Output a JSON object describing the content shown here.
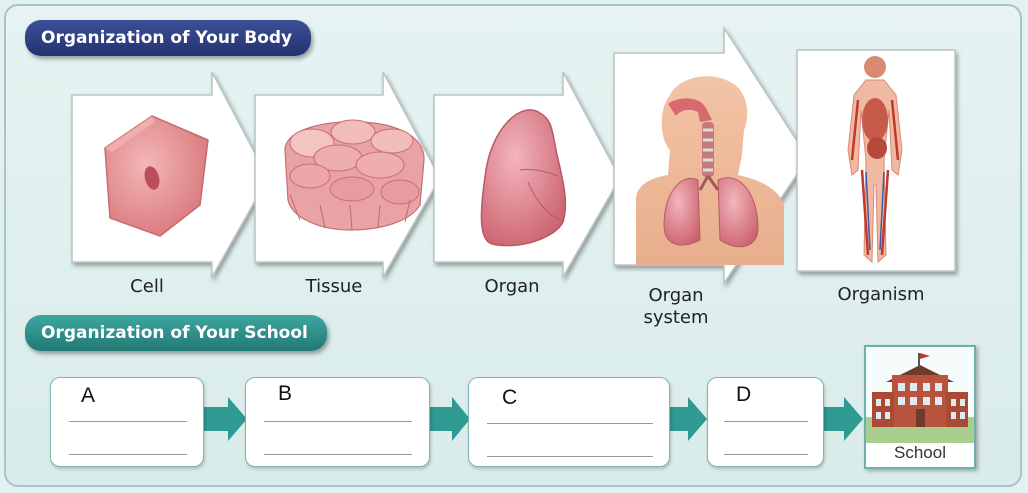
{
  "headers": {
    "body": "Organization of Your Body",
    "school": "Organization of Your School"
  },
  "body_levels": [
    {
      "label": "Cell",
      "icon": "cell-icon"
    },
    {
      "label": "Tissue",
      "icon": "tissue-icon"
    },
    {
      "label": "Organ",
      "icon": "lung-icon"
    },
    {
      "label": "Organ system",
      "line1": "Organ",
      "line2": "system",
      "icon": "respiratory-system-icon"
    },
    {
      "label": "Organism",
      "icon": "human-body-icon"
    }
  ],
  "school_levels": [
    {
      "letter": "A"
    },
    {
      "letter": "B"
    },
    {
      "letter": "C"
    },
    {
      "letter": "D"
    },
    {
      "label": "School",
      "icon": "school-building-icon"
    }
  ],
  "colors": {
    "body_header": "#2c3a7e",
    "school_header": "#2e938c",
    "arrow": "#2f9a92",
    "tissue_pink": "#e28c8f"
  }
}
